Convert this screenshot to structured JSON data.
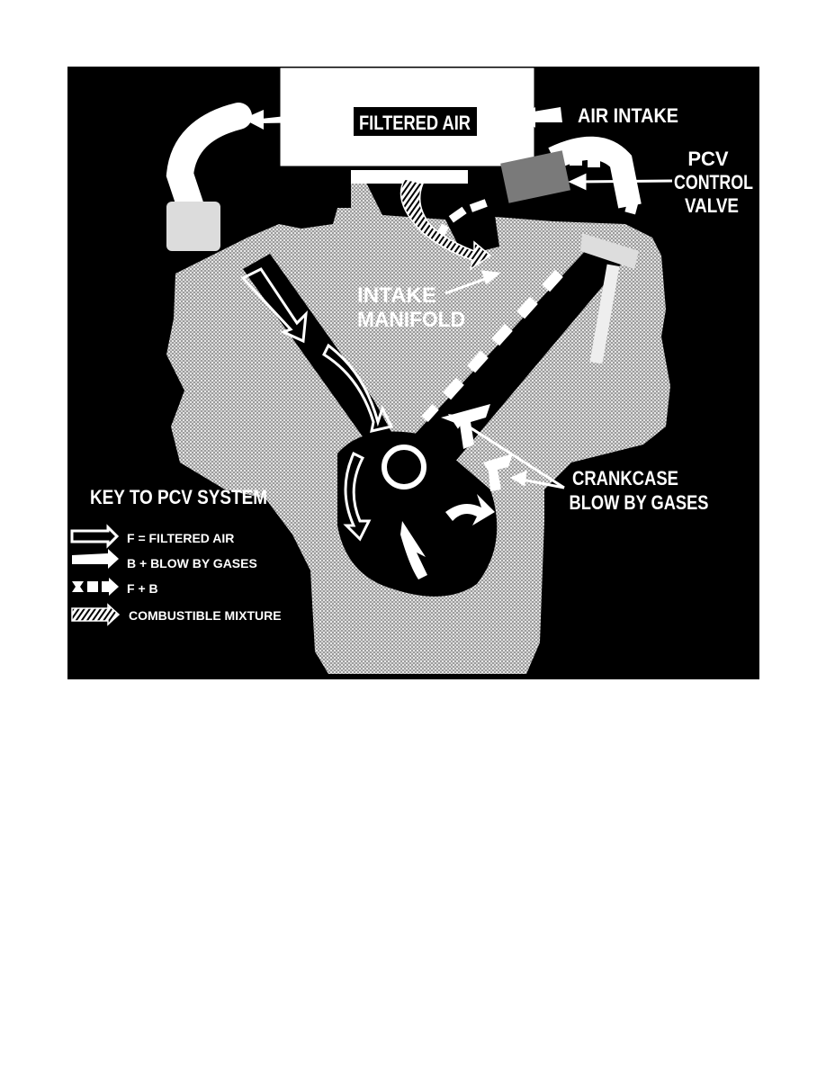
{
  "diagram": {
    "box_label": "FILTERED AIR",
    "air_intake": "AIR INTAKE",
    "pcv_label": [
      "PCV",
      "CONTROL",
      "VALVE"
    ],
    "intake_label": [
      "INTAKE",
      "MANIFOLD"
    ],
    "crankcase_label": [
      "CRANKCASE",
      "BLOW BY GASES"
    ]
  },
  "key": {
    "title": "KEY TO PCV SYSTEM",
    "items": [
      {
        "icon": "outline-arrow-icon",
        "label": "F  =  FILTERED AIR"
      },
      {
        "icon": "solid-arrow-icon",
        "label": "B  +  BLOW BY GASES"
      },
      {
        "icon": "dashed-arrow-icon",
        "label": "F  +  B"
      },
      {
        "icon": "hatched-arrow-icon",
        "label": "COMBUSTIBLE MIXTURE"
      }
    ]
  },
  "colors": {
    "background": "#000000",
    "engine": "#b8b8b8",
    "text": "#ffffff"
  }
}
